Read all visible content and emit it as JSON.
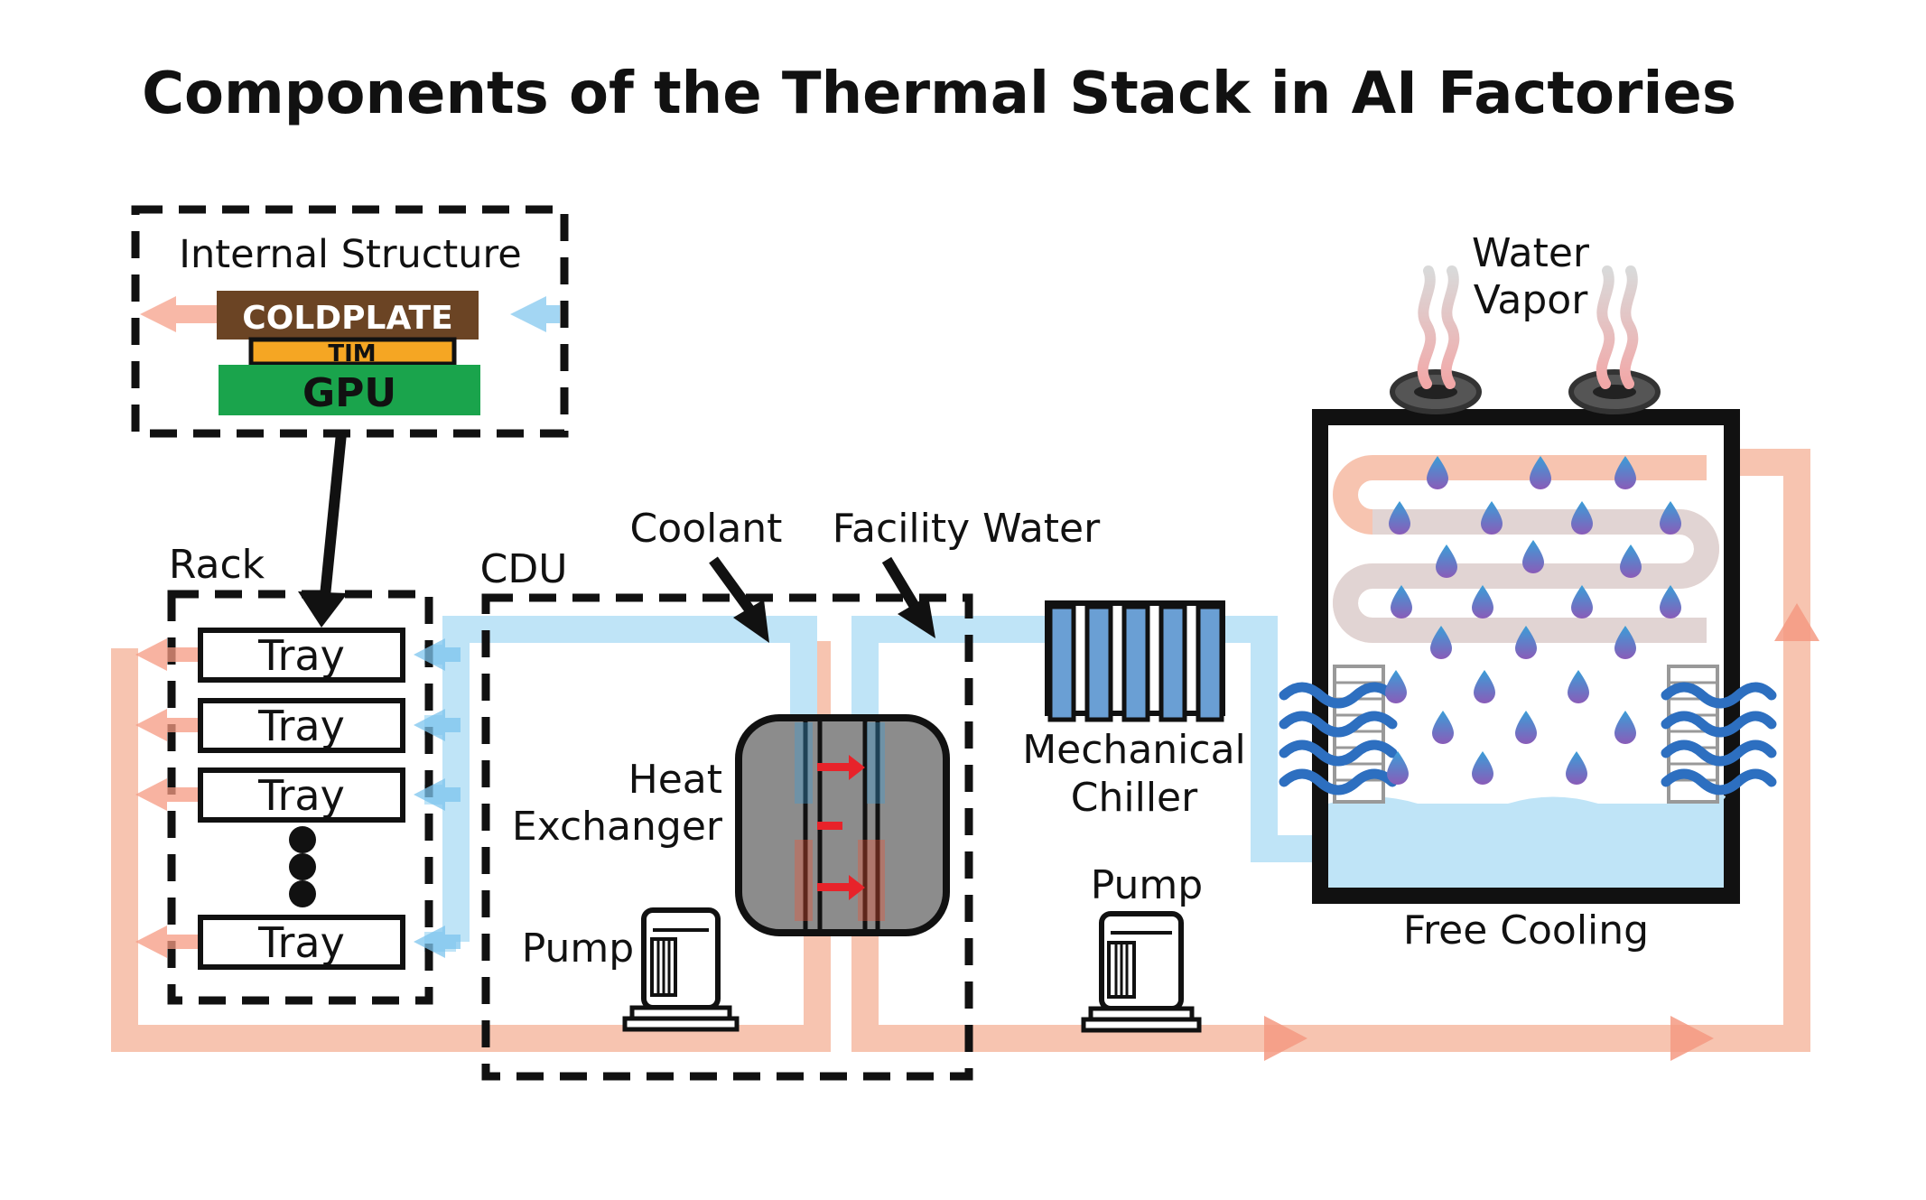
{
  "title": "Components of the Thermal Stack in AI Factories",
  "internal_structure": {
    "label": "Internal Structure",
    "coldplate": "COLDPLATE",
    "tim": "TIM",
    "gpu": "GPU"
  },
  "rack": {
    "label": "Rack",
    "trays": [
      "Tray",
      "Tray",
      "Tray",
      "Tray"
    ]
  },
  "cdu": {
    "label": "CDU",
    "heat_exchanger": [
      "Heat",
      "Exchanger"
    ],
    "pump": "Pump"
  },
  "flow_labels": {
    "coolant": "Coolant",
    "facility_water": "Facility Water"
  },
  "chiller": [
    "Mechanical",
    "Chiller"
  ],
  "facility_pump": "Pump",
  "free_cooling": {
    "label": "Free Cooling",
    "vapor": [
      "Water",
      "Vapor"
    ]
  },
  "colors": {
    "cold_flow": "#bfe4f7",
    "hot_flow": "#f7c4b0",
    "hot_arrow": "#f59a82",
    "coldplate": "#6b4424",
    "tim": "#f5a623",
    "gpu": "#1aa44c",
    "exchanger": "#8c8c8c",
    "chiller_fin": "#6a9fd4",
    "droplet": "#7a6fc0",
    "wave": "#2d6fc0"
  }
}
